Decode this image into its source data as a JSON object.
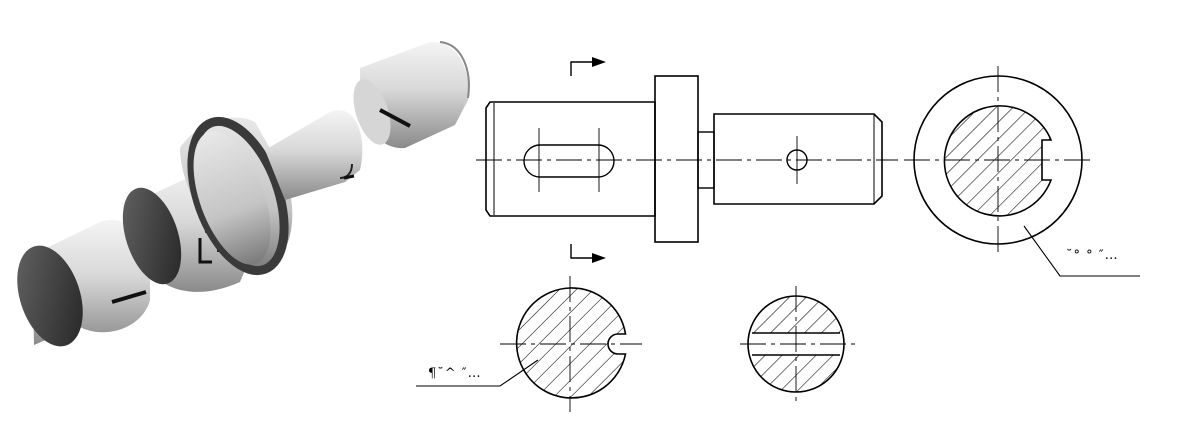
{
  "figure": {
    "parts": [
      "exploded-shaft-3d",
      "front-view",
      "section-view-a",
      "section-view-b",
      "section-view-c"
    ]
  },
  "labels": {
    "section_main": "¶˘^ ″…",
    "section_right": "˘° ° ″…"
  },
  "colors": {
    "line": "#000000",
    "shade_light": "#eeeeee",
    "shade_dark": "#555555"
  }
}
